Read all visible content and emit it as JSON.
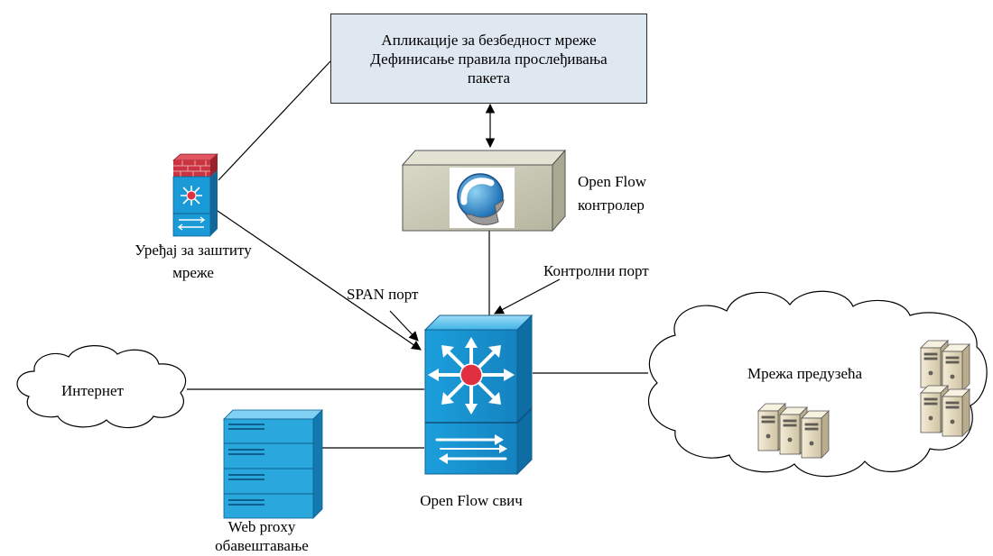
{
  "application_box": {
    "line1": "Апликације за безбедност мреже",
    "line2": "Дефинисање правила прослеђивања",
    "line3": "пакета"
  },
  "controller": {
    "line1": "Open Flow",
    "line2": "контролер"
  },
  "control_port": "Контролни порт",
  "span_port": "SPAN порт",
  "protection_device": {
    "line1": "Уређај за заштиту",
    "line2": "мреже"
  },
  "internet": "Интернет",
  "switch": "Open Flow свич",
  "web_proxy": {
    "line1": "Web proxy",
    "line2": "обавештавање"
  },
  "enterprise_network": "Мрежа предузећа",
  "colors": {
    "app_box_fill": "#dfe7f1",
    "switch_blue": "#1a9ad6",
    "controller_fill": "#c9c9b6",
    "firewall_red": "#cc3340",
    "server_blue": "#2aa7dc",
    "server_beige": "#e9e0c8",
    "center_red": "#e03040"
  },
  "icons": {
    "controller_logo": "openflow-logo-icon",
    "switch": "multilayer-switch-icon",
    "firewall": "firewall-router-icon",
    "proxy": "server-rack-icon",
    "clouds": "cloud-icon",
    "servers": "tower-server-icon"
  }
}
